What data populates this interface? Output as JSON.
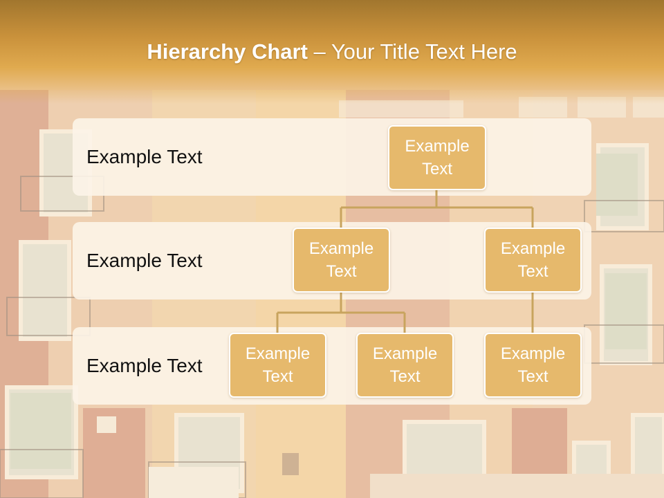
{
  "title": {
    "bold": "Hierarchy Chart",
    "rest": " – Your Title Text Here"
  },
  "levels": [
    {
      "label": "Example Text"
    },
    {
      "label": "Example Text"
    },
    {
      "label": "Example Text"
    }
  ],
  "nodes": {
    "root": "Example Text",
    "level2_left": "Example Text",
    "level2_right": "Example Text",
    "level3_a": "Example Text",
    "level3_b": "Example Text",
    "level3_c": "Example Text"
  },
  "colors": {
    "title_band": "#c9913b",
    "node_fill": "#e6b96c",
    "node_border": "#ffffff",
    "connector": "#c8a45e",
    "band_fill": "#fcf4e8"
  }
}
